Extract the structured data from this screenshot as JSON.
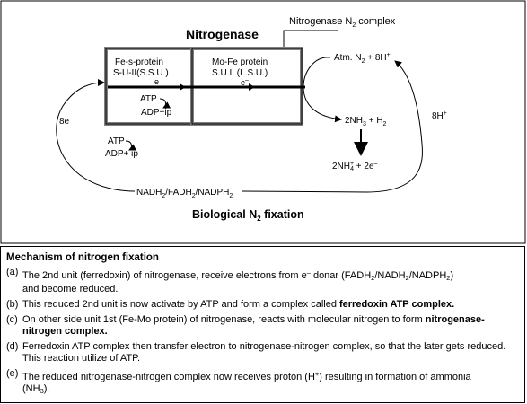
{
  "diagram": {
    "title": "Nitrogenase",
    "complex_label": "Nitrogenase N",
    "complex_label_sub": "2",
    "complex_label_end": " complex",
    "fe_box": {
      "line1": "Fe-s-protein",
      "line2": "S-U-II(S.S.U.)",
      "line3": "e"
    },
    "mo_box": {
      "line1": "Mo-Fe protein",
      "line2": "S.U.I. (L.S.U.)",
      "line3": "e",
      "line3_sup": "–"
    },
    "atp_inner": "ATP",
    "adp_inner": "ADP+ip",
    "atp_outer": "ATP",
    "adp_outer": "ADP+ ip",
    "eight_e": "8e",
    "eight_e_sup": "–",
    "atm": "Atm. N",
    "atm_sub": "2",
    "atm_mid": " + 8H",
    "atm_sup": "+",
    "nh3": "2NH",
    "nh3_sub": "3",
    "nh3_mid": " + H",
    "nh3_sub2": "2",
    "eight_h": "8H",
    "eight_h_sup": "+",
    "nh4": "2NH",
    "nh4_sup": "+",
    "nh4_sub": "4",
    "nh4_mid": " + 2e",
    "nh4_sup2": "–",
    "nadh": "NADH",
    "nadh_sub": "2",
    "fadh": "/FADH",
    "fadh_sub": "2",
    "nadph": "/NADPH",
    "nadph_sub": "2",
    "caption": "Biological N",
    "caption_sub": "2",
    "caption_end": " fixation"
  },
  "mechanism": {
    "title": "Mechanism of nitrogen fixation",
    "items": [
      {
        "label": "(a)",
        "p1": "The 2nd unit (ferredoxin) of nitrogenase, receive electrons from e",
        "p1_sup": "–",
        "p2": " donar (FADH",
        "p2_sub": "2",
        "p3": "/NADH",
        "p3_sub": "2",
        "p4": "/NADPH",
        "p4_sub": "2",
        "p5": ")",
        "p6": "and become reduced."
      },
      {
        "label": "(b)",
        "p1": "This reduced 2nd unit is now activate by ATP and form a complex called ",
        "bold": "ferredoxin ATP complex."
      },
      {
        "label": "(c)",
        "p1": "On other side unit 1st (Fe-Mo protein) of nitrogenase, reacts with molecular nitrogen to form ",
        "bold": "nitrogenase-nitrogen complex."
      },
      {
        "label": "(d)",
        "p1": "Ferredoxin ATP complex then transfer electron to nitrogenase-nitrogen complex, so that the later gets reduced. This reaction utilize of ATP."
      },
      {
        "label": "(e)",
        "p1": "The reduced nitrogenase-nitrogen complex now receives proton (H",
        "p1_sup": "+",
        "p2": ") resulting in formation of ammonia",
        "p3": "(NH",
        "p3_sub": "3",
        "p4": ")."
      }
    ]
  }
}
